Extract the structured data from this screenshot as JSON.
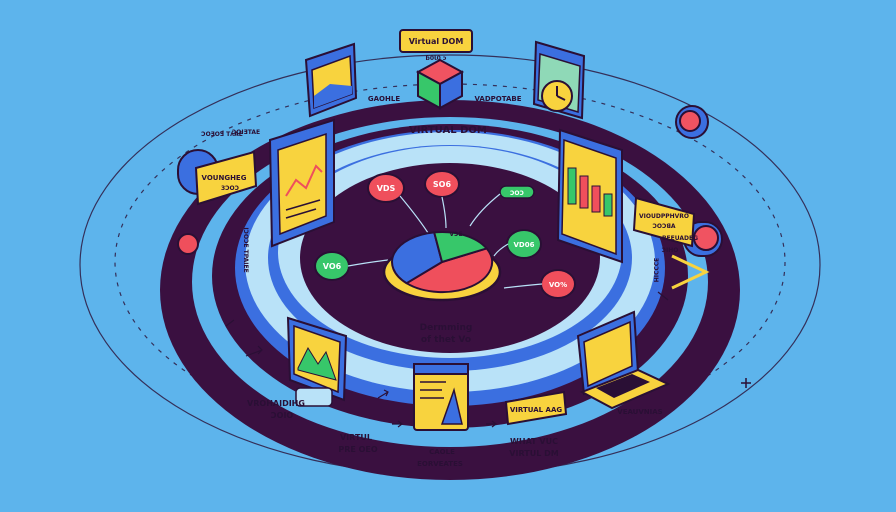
{
  "colors": {
    "background": "#5db4ec",
    "ring_dark": "#3a1040",
    "ring_light": "#b9e2f8",
    "accent_yellow": "#f8d33e",
    "accent_blue": "#3b6fe0",
    "red": "#ef4f5c",
    "green": "#37c76a",
    "outline": "#2a0f35"
  },
  "labels": {
    "top_tag": "Virtual DOM",
    "top_tag_sub": "ɓ0Ɩ0 ɔ",
    "ring_title": "VIRTUAL DOM",
    "gauge_left": "GAOHLE",
    "gauge_right": "VADPOTABE",
    "left_note_1": "ƆOƎOƎ TʎAE",
    "left_note_2": "ƆOIƎTAE",
    "left_tag_1": "VOUNGHEG",
    "left_tag_2": "3ƆOƆ",
    "right_tag_1": "VIOUDPPHVRO",
    "right_tag_2": "ƆOƆꓭA",
    "right_tag_3": "BEEUADEG",
    "right_tag_4": "ƆIHO",
    "left_vertical": "IƆOƆE TPAIEE",
    "right_vertical": "ƎƆƆƆIH",
    "bubble_vds": "VDS",
    "bubble_soo": "SO6",
    "bubble_pill": "ƆOƆ",
    "bubble_vo6_left": "VO6",
    "bubble_vd06": "VD06",
    "bubble_vo_pct": "VO%",
    "pie_label": "VƆE",
    "center_text_1": "Dermming",
    "center_text_2": "of thet Vo",
    "bottom_left_1": "VROHAIDIHG",
    "bottom_left_2": "ƆOIO",
    "bottom_mid_1": "VIRTUL",
    "bottom_mid_2": "PRE OEO",
    "bottom_center_1": "CAOLE",
    "bottom_center_2": "EORVEATES",
    "bottom_tag": "VIRTUAL AAG",
    "bottom_right_1": "WHAT VUC",
    "bottom_right_2": "VIRTUL DM",
    "bottom_far_right": "VEAUVNIAS"
  },
  "icons": [
    "cube-icon",
    "browser-window-icon",
    "clock-icon",
    "chart-window-icon",
    "bar-chart-window-icon",
    "pie-chart-icon",
    "graph-window-icon",
    "document-window-icon",
    "laptop-icon",
    "toggle-left-icon",
    "toggle-right-icon",
    "toggle-top-right-icon",
    "sparkle-icon"
  ],
  "chart_data": {
    "type": "pie",
    "slice_colors": [
      "#ef4f5c",
      "#3b6fe0",
      "#37c76a"
    ],
    "values": [
      45,
      35,
      20
    ]
  }
}
